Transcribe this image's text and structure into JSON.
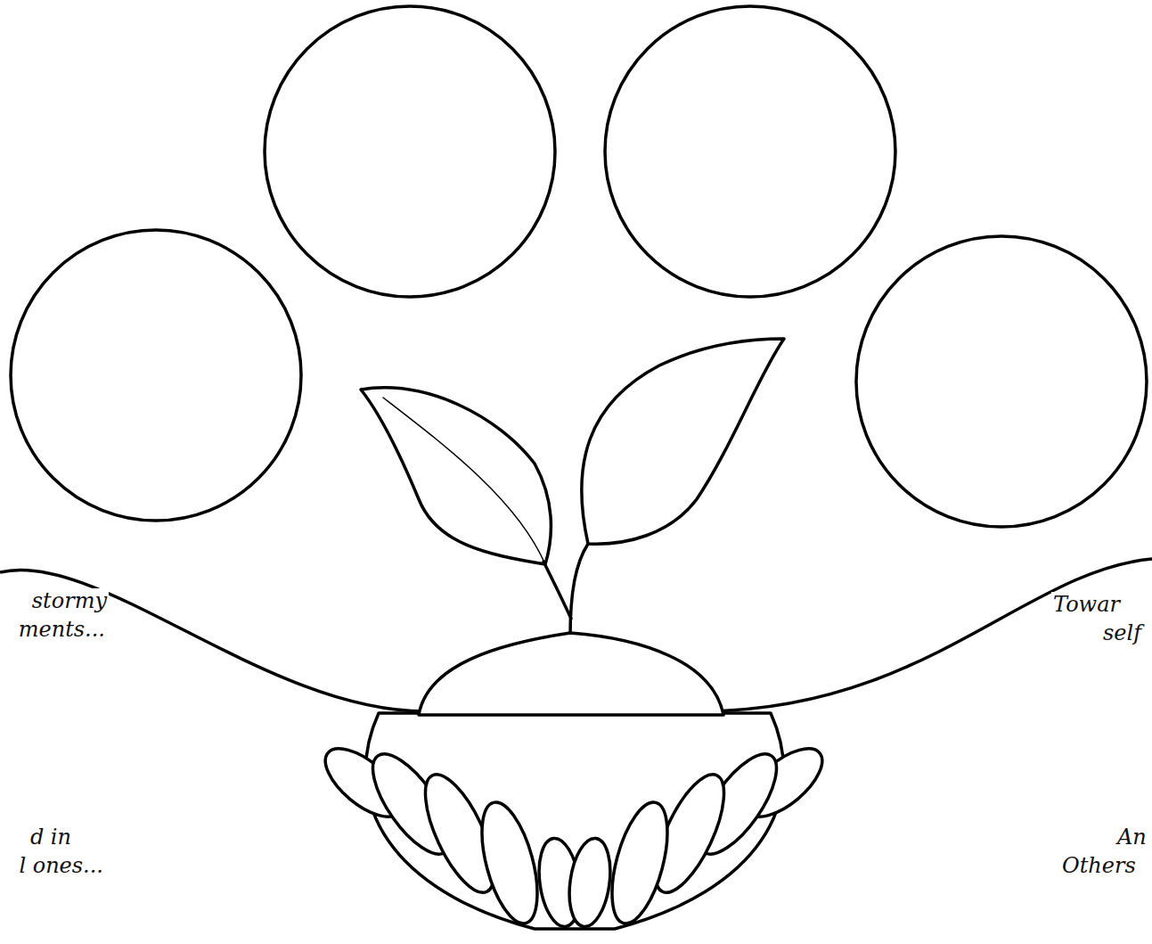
{
  "diagram": {
    "labels": [
      "stormy",
      "ments...",
      "d in",
      "l ones...",
      "Towar",
      "self",
      "An",
      "Others"
    ]
  }
}
